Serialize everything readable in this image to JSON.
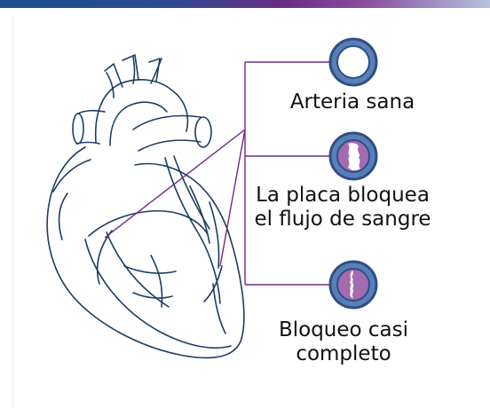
{
  "colors": {
    "outline": "#1d3d63",
    "connector": "#6b2a86",
    "plaque": "#a46bb0",
    "artery_ring": "#2d4f86",
    "bar_start": "#1b4f8f",
    "bar_end": "#b3c3db"
  },
  "arteries": [
    {
      "label": "Arteria sana"
    },
    {
      "label": "La placa bloquea\nel flujo de sangre"
    },
    {
      "label": "Bloqueo casi\ncompleto"
    }
  ]
}
